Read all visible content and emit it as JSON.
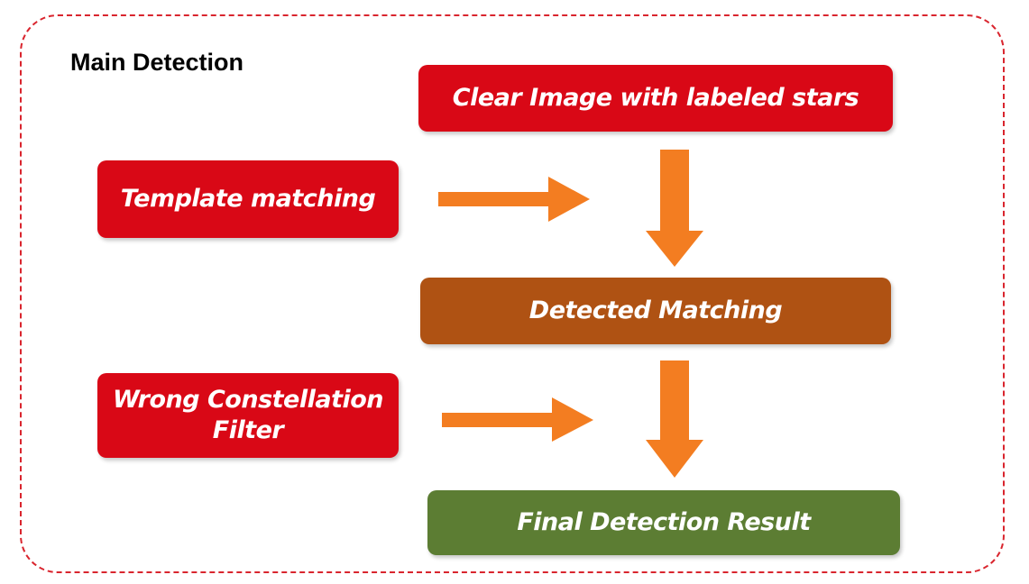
{
  "diagram": {
    "title": "Main Detection",
    "colors": {
      "frame_border": "#d9252e",
      "box_red": "#d90816",
      "box_brown": "#af5213",
      "box_green": "#5c7d33",
      "arrow": "#f37d21",
      "box_text": "#ffffff"
    },
    "nodes": {
      "clear_image": "Clear Image with labeled stars",
      "template_matching": "Template matching",
      "detected_matching": "Detected Matching",
      "wrong_filter_line1": "Wrong Constellation",
      "wrong_filter_line2": "Filter",
      "final_result": "Final Detection Result"
    }
  }
}
